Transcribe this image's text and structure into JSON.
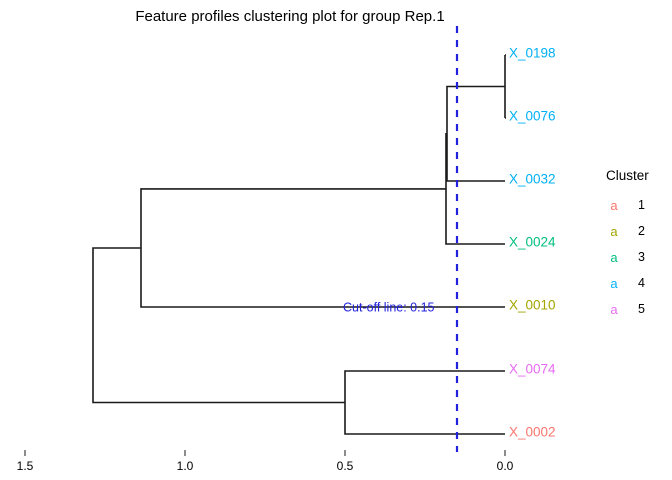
{
  "title": "Feature profiles clustering plot for group Rep.1",
  "cutoff": {
    "label": "Cut-off line: 0.15",
    "value": 0.15,
    "color": "#2222DD"
  },
  "legend": {
    "title": "Cluster",
    "key_glyph": "a",
    "items": [
      {
        "label": "1",
        "color": "#F8766D"
      },
      {
        "label": "2",
        "color": "#A3A500"
      },
      {
        "label": "3",
        "color": "#00BF7D"
      },
      {
        "label": "4",
        "color": "#00B0F6"
      },
      {
        "label": "5",
        "color": "#E76BF3"
      }
    ]
  },
  "chart_data": {
    "type": "dendrogram",
    "title": "Feature profiles clustering plot for group Rep.1",
    "xlabel": "",
    "ylabel": "",
    "orientation": "horizontal-right-to-left",
    "xlim": [
      1.58,
      -0.02
    ],
    "axis_ticks": [
      {
        "value": 1.5,
        "label": "1.5"
      },
      {
        "value": 1.0,
        "label": "1.0"
      },
      {
        "value": 0.5,
        "label": "0.5"
      },
      {
        "value": 0.0,
        "label": "0.0"
      }
    ],
    "grid": false,
    "legend_position": "right",
    "cutoff_line": 0.15,
    "leaves": [
      {
        "name": "X_0198",
        "cluster": 4,
        "color": "#00B0F6",
        "order": 1
      },
      {
        "name": "X_0076",
        "cluster": 4,
        "color": "#00B0F6",
        "order": 2
      },
      {
        "name": "X_0032",
        "cluster": 4,
        "color": "#00B0F6",
        "order": 3
      },
      {
        "name": "X_0024",
        "cluster": 3,
        "color": "#00BF7D",
        "order": 4
      },
      {
        "name": "X_0010",
        "cluster": 2,
        "color": "#A3A500",
        "order": 5
      },
      {
        "name": "X_0074",
        "cluster": 5,
        "color": "#E76BF3",
        "order": 6
      },
      {
        "name": "X_0002",
        "cluster": 1,
        "color": "#F8766D",
        "order": 7
      }
    ],
    "merges": [
      {
        "id": "m1",
        "left": "X_0198",
        "right": "X_0076",
        "height": 0.0
      },
      {
        "id": "m2",
        "left": "m1",
        "right": "X_0032",
        "height": 0.17
      },
      {
        "id": "m3",
        "left": "m2",
        "right": "X_0024",
        "height": 0.175
      },
      {
        "id": "m4",
        "left": "X_0074",
        "right": "X_0002",
        "height": 0.5
      },
      {
        "id": "m5",
        "left": "m3",
        "right": "X_0010",
        "height": 1.12
      },
      {
        "id": "m6",
        "left": "m5",
        "right": "m4",
        "height": 1.27
      }
    ]
  }
}
